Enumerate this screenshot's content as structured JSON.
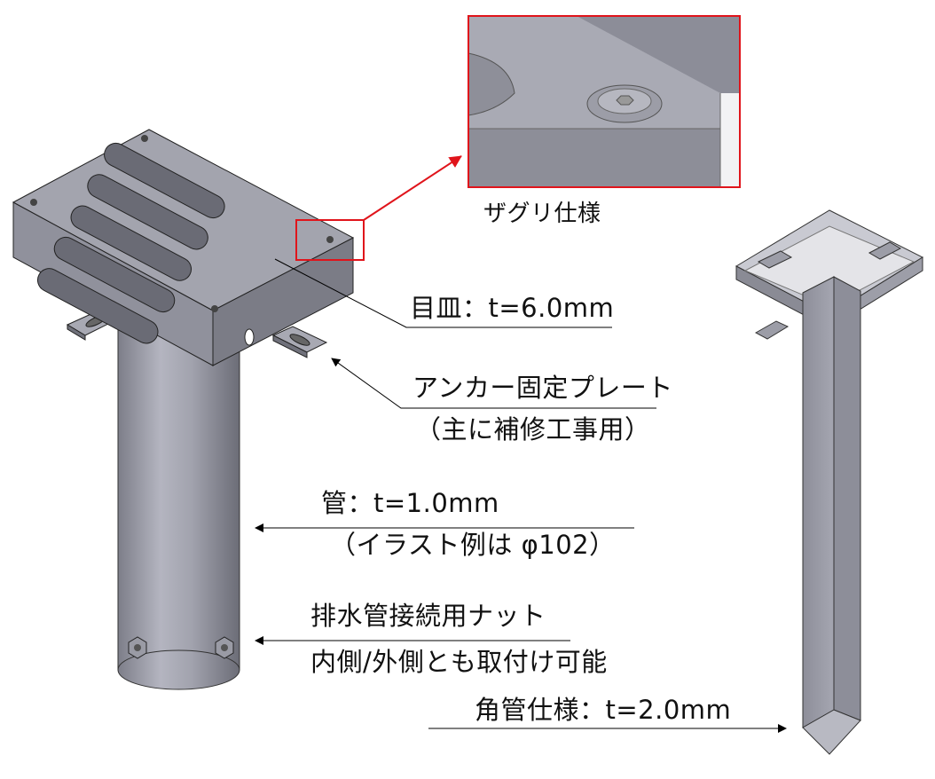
{
  "detail": {
    "caption": "ザグリ仕様"
  },
  "labels": {
    "grate": "目皿：t=6.0mm",
    "anchor_plate": "アンカー固定プレート",
    "anchor_plate_note": "（主に補修工事用）",
    "pipe": "管：t=1.0mm",
    "pipe_note": "（イラスト例は φ102）",
    "nut": "排水管接続用ナット",
    "nut_note": "内側/外側とも取付け可能",
    "square_pipe": "角管仕様：t=2.0mm"
  },
  "colors": {
    "highlight": "#e0141b",
    "metal": "#8e8f9a",
    "metal_light": "#b9bac4",
    "metal_dark": "#5f606a"
  }
}
